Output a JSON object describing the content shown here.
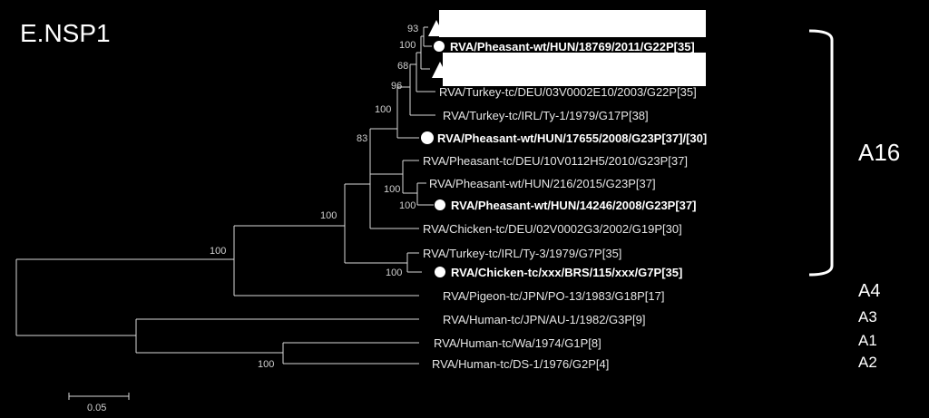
{
  "title": "E.NSP1",
  "leaves": [
    {
      "id": "pheasant_18769",
      "label": "RVA/Pheasant-wt/HUN/18769/2011/G22P[35]",
      "bold": true,
      "marker": "circle"
    },
    {
      "id": "redacted_2",
      "label": "",
      "bold": true,
      "marker": "triangle",
      "redacted": true
    },
    {
      "id": "turkey_03v",
      "label": "RVA/Turkey-tc/DEU/03V0002E10/2003/G22P[35]",
      "bold": false,
      "marker": ""
    },
    {
      "id": "turkey_ty1",
      "label": "RVA/Turkey-tc/IRL/Ty-1/1979/G17P[38]",
      "bold": false,
      "marker": ""
    },
    {
      "id": "pheasant_17655",
      "label": "RVA/Pheasant-wt/HUN/17655/2008/G23P[37]/[30]",
      "bold": true,
      "marker": "circle"
    },
    {
      "id": "pheasant_10v",
      "label": "RVA/Pheasant-tc/DEU/10V0112H5/2010/G23P[37]",
      "bold": false,
      "marker": ""
    },
    {
      "id": "pheasant_216",
      "label": "RVA/Pheasant-wt/HUN/216/2015/G23P[37]",
      "bold": false,
      "marker": ""
    },
    {
      "id": "pheasant_14246",
      "label": "RVA/Pheasant-wt/HUN/14246/2008/G23P[37]",
      "bold": true,
      "marker": "circle"
    },
    {
      "id": "chicken_02v",
      "label": "RVA/Chicken-tc/DEU/02V0002G3/2002/G19P[30]",
      "bold": false,
      "marker": ""
    },
    {
      "id": "turkey_ty3",
      "label": "RVA/Turkey-tc/IRL/Ty-3/1979/G7P[35]",
      "bold": false,
      "marker": ""
    },
    {
      "id": "chicken_brs",
      "label": "RVA/Chicken-tc/xxx/BRS/115/xxx/G7P[35]",
      "bold": true,
      "marker": "circle"
    },
    {
      "id": "pigeon_po13",
      "label": "RVA/Pigeon-tc/JPN/PO-13/1983/G18P[17]",
      "bold": false,
      "marker": ""
    },
    {
      "id": "human_au1",
      "label": "RVA/Human-tc/JPN/AU-1/1982/G3P[9]",
      "bold": false,
      "marker": ""
    },
    {
      "id": "human_wa",
      "label": "RVA/Human-tc/Wa/1974/G1P[8]",
      "bold": false,
      "marker": ""
    },
    {
      "id": "human_ds1",
      "label": "RVA/Human-tc/DS-1/1976/G2P[4]",
      "bold": false,
      "marker": ""
    }
  ],
  "bootstrap": [
    "93",
    "100",
    "68",
    "96",
    "100",
    "83",
    "100",
    "100",
    "100",
    "100",
    "100"
  ],
  "clades": [
    {
      "name": "A16"
    },
    {
      "name": "A4"
    },
    {
      "name": "A3"
    },
    {
      "name": "A1"
    },
    {
      "name": "A2"
    }
  ],
  "scale_bar": {
    "label": "0.05"
  },
  "colors": {
    "background": "#000000",
    "branch": "#d8d8d8",
    "text": "#e6e6e6",
    "highlight": "#ffffff"
  }
}
